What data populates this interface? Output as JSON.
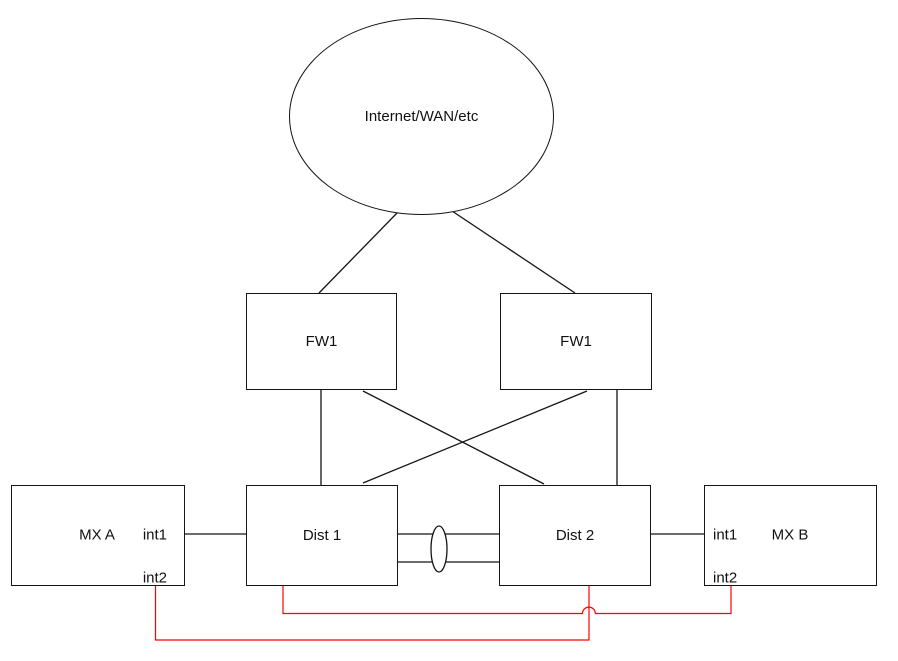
{
  "colors": {
    "line": "#141414",
    "redundant_link": "#ff0000",
    "background": "#ffffff"
  },
  "cloud": {
    "label": "Internet/WAN/etc"
  },
  "nodes": {
    "fw_left": {
      "label": "FW1"
    },
    "fw_right": {
      "label": "FW1"
    },
    "dist1": {
      "label": "Dist 1"
    },
    "dist2": {
      "label": "Dist 2"
    },
    "mx_a": {
      "label": "MX A",
      "port1": "int1",
      "port2": "int2"
    },
    "mx_b": {
      "label": "MX B",
      "port1": "int1",
      "port2": "int2"
    }
  },
  "links": [
    {
      "from": "internet-cloud",
      "to": "fw-left",
      "style": "black"
    },
    {
      "from": "internet-cloud",
      "to": "fw-right",
      "style": "black"
    },
    {
      "from": "fw-left",
      "to": "dist1",
      "style": "black"
    },
    {
      "from": "fw-left",
      "to": "dist2",
      "style": "black"
    },
    {
      "from": "fw-right",
      "to": "dist1",
      "style": "black"
    },
    {
      "from": "fw-right",
      "to": "dist2",
      "style": "black"
    },
    {
      "from": "mx-a int1",
      "to": "dist1",
      "style": "black"
    },
    {
      "from": "dist2",
      "to": "mx-b int1",
      "style": "black"
    },
    {
      "from": "dist1",
      "to": "dist2",
      "style": "black aggregated double-link with ellipse"
    },
    {
      "from": "mx-a int2",
      "to": "dist2",
      "style": "red"
    },
    {
      "from": "dist1",
      "to": "mx-b int2",
      "style": "red with hop over crossing"
    }
  ]
}
